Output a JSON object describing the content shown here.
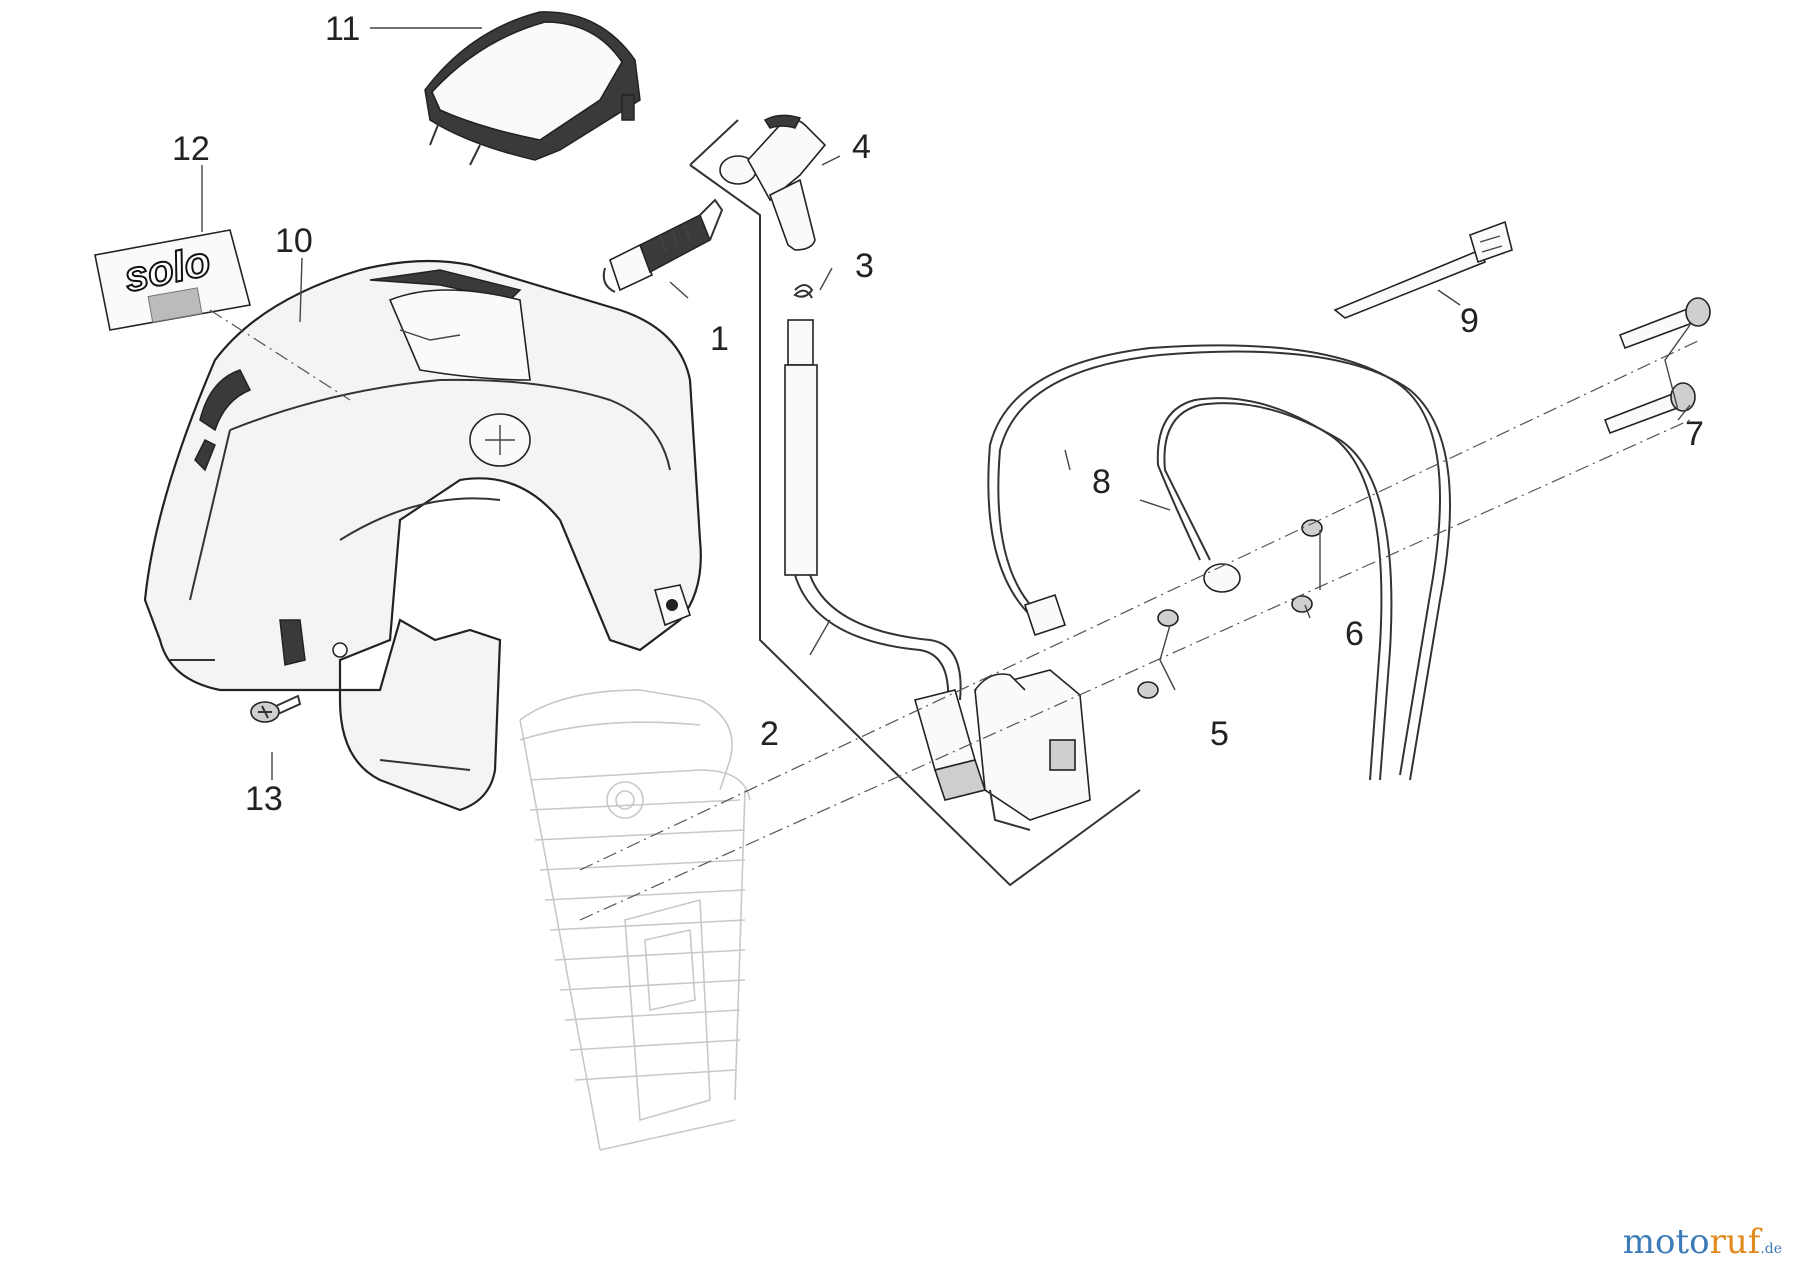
{
  "diagram": {
    "callouts": [
      {
        "id": "lbl-1",
        "text": "1"
      },
      {
        "id": "lbl-2",
        "text": "2"
      },
      {
        "id": "lbl-3",
        "text": "3"
      },
      {
        "id": "lbl-4",
        "text": "4"
      },
      {
        "id": "lbl-5",
        "text": "5"
      },
      {
        "id": "lbl-6",
        "text": "6"
      },
      {
        "id": "lbl-7",
        "text": "7"
      },
      {
        "id": "lbl-8",
        "text": "8"
      },
      {
        "id": "lbl-9",
        "text": "9"
      },
      {
        "id": "lbl-10",
        "text": "10"
      },
      {
        "id": "lbl-11",
        "text": "11"
      },
      {
        "id": "lbl-12",
        "text": "12"
      },
      {
        "id": "lbl-13",
        "text": "13"
      }
    ],
    "decal_text": "solo"
  },
  "watermark": {
    "part1": "moto",
    "part2": "ruf",
    "suffix": ".de"
  },
  "colors": {
    "accent_blue": "#3a7bb8",
    "accent_orange": "#e08a1e"
  }
}
